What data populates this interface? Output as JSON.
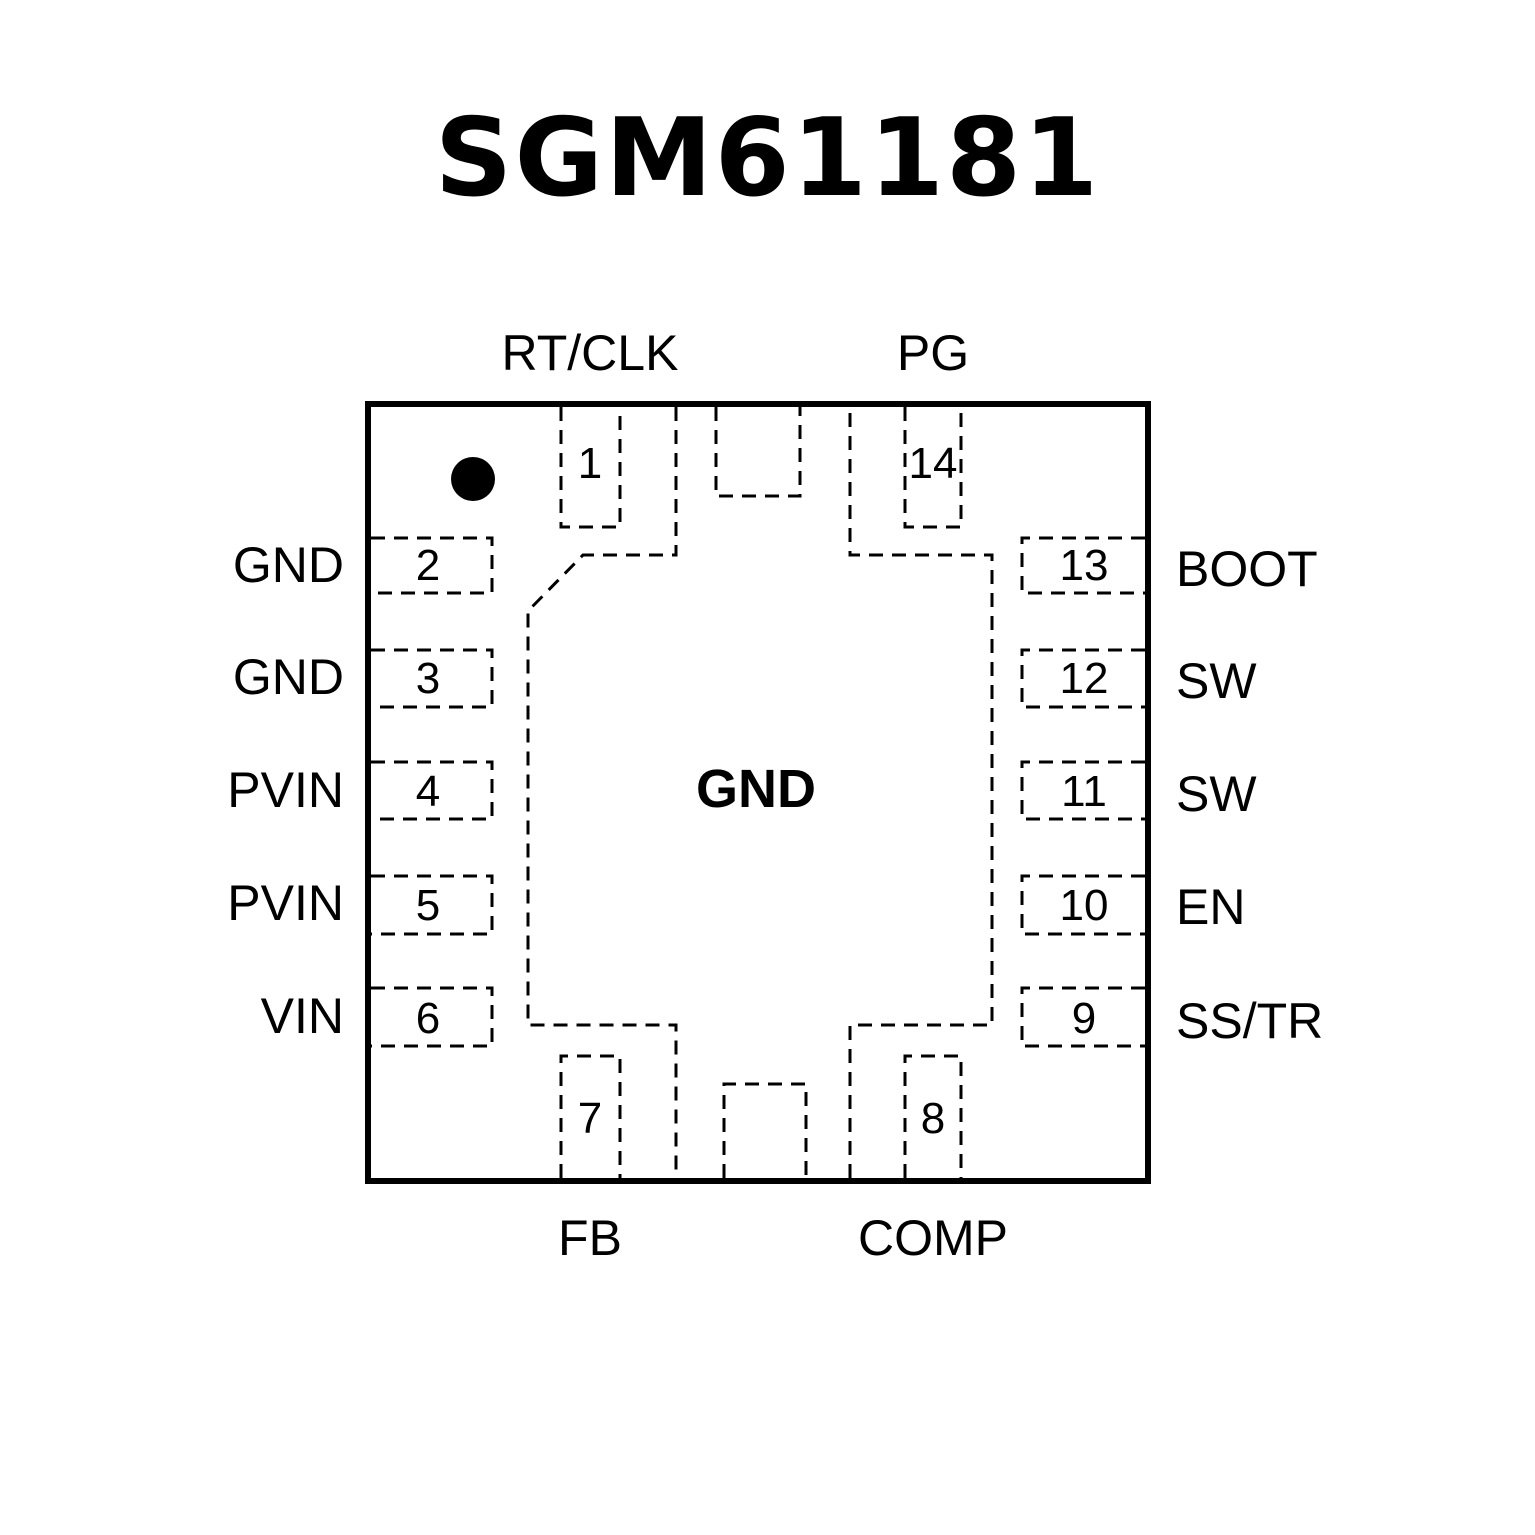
{
  "title": "SGM61181",
  "package": {
    "center_pad_label": "GND",
    "pin1_marker": "dot"
  },
  "pins": [
    {
      "number": "1",
      "name": "RT/CLK",
      "side": "top"
    },
    {
      "number": "14",
      "name": "PG",
      "side": "top"
    },
    {
      "number": "2",
      "name": "GND",
      "side": "left"
    },
    {
      "number": "3",
      "name": "GND",
      "side": "left"
    },
    {
      "number": "4",
      "name": "PVIN",
      "side": "left"
    },
    {
      "number": "5",
      "name": "PVIN",
      "side": "left"
    },
    {
      "number": "6",
      "name": "VIN",
      "side": "left"
    },
    {
      "number": "13",
      "name": "BOOT",
      "side": "right"
    },
    {
      "number": "12",
      "name": "SW",
      "side": "right"
    },
    {
      "number": "11",
      "name": "SW",
      "side": "right"
    },
    {
      "number": "10",
      "name": "EN",
      "side": "right"
    },
    {
      "number": "9",
      "name": "SS/TR",
      "side": "right"
    },
    {
      "number": "7",
      "name": "FB",
      "side": "bottom"
    },
    {
      "number": "8",
      "name": "COMP",
      "side": "bottom"
    }
  ]
}
